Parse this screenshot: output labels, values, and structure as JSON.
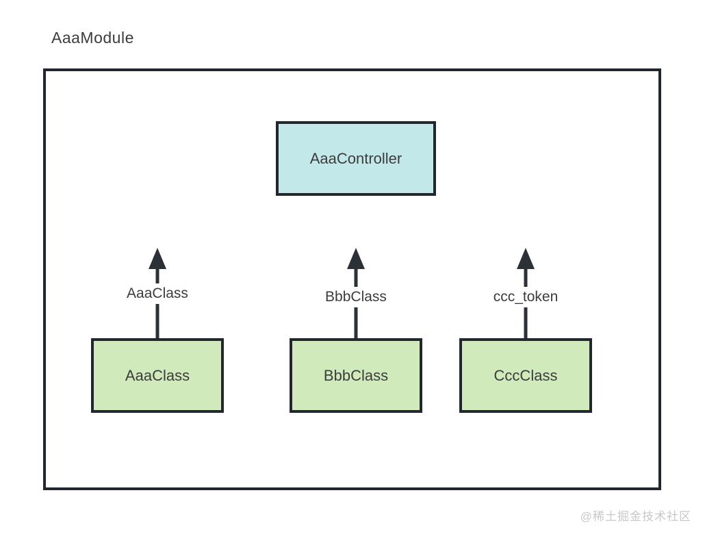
{
  "diagram": {
    "module_label": "AaaModule",
    "controller": {
      "label": "AaaController"
    },
    "providers": [
      {
        "box_label": "AaaClass",
        "arrow_label": "AaaClass"
      },
      {
        "box_label": "BbbClass",
        "arrow_label": "BbbClass"
      },
      {
        "box_label": "CccClass",
        "arrow_label": "ccc_token"
      }
    ],
    "colors": {
      "border": "#22262e",
      "arrow": "#2c3037",
      "text": "#3c3c3c",
      "controller_fill": "#c3e8e9",
      "class_fill": "#d1eabc",
      "watermark": "#c8c8c8"
    }
  },
  "watermark": {
    "text": "@稀土掘金技术社区"
  }
}
